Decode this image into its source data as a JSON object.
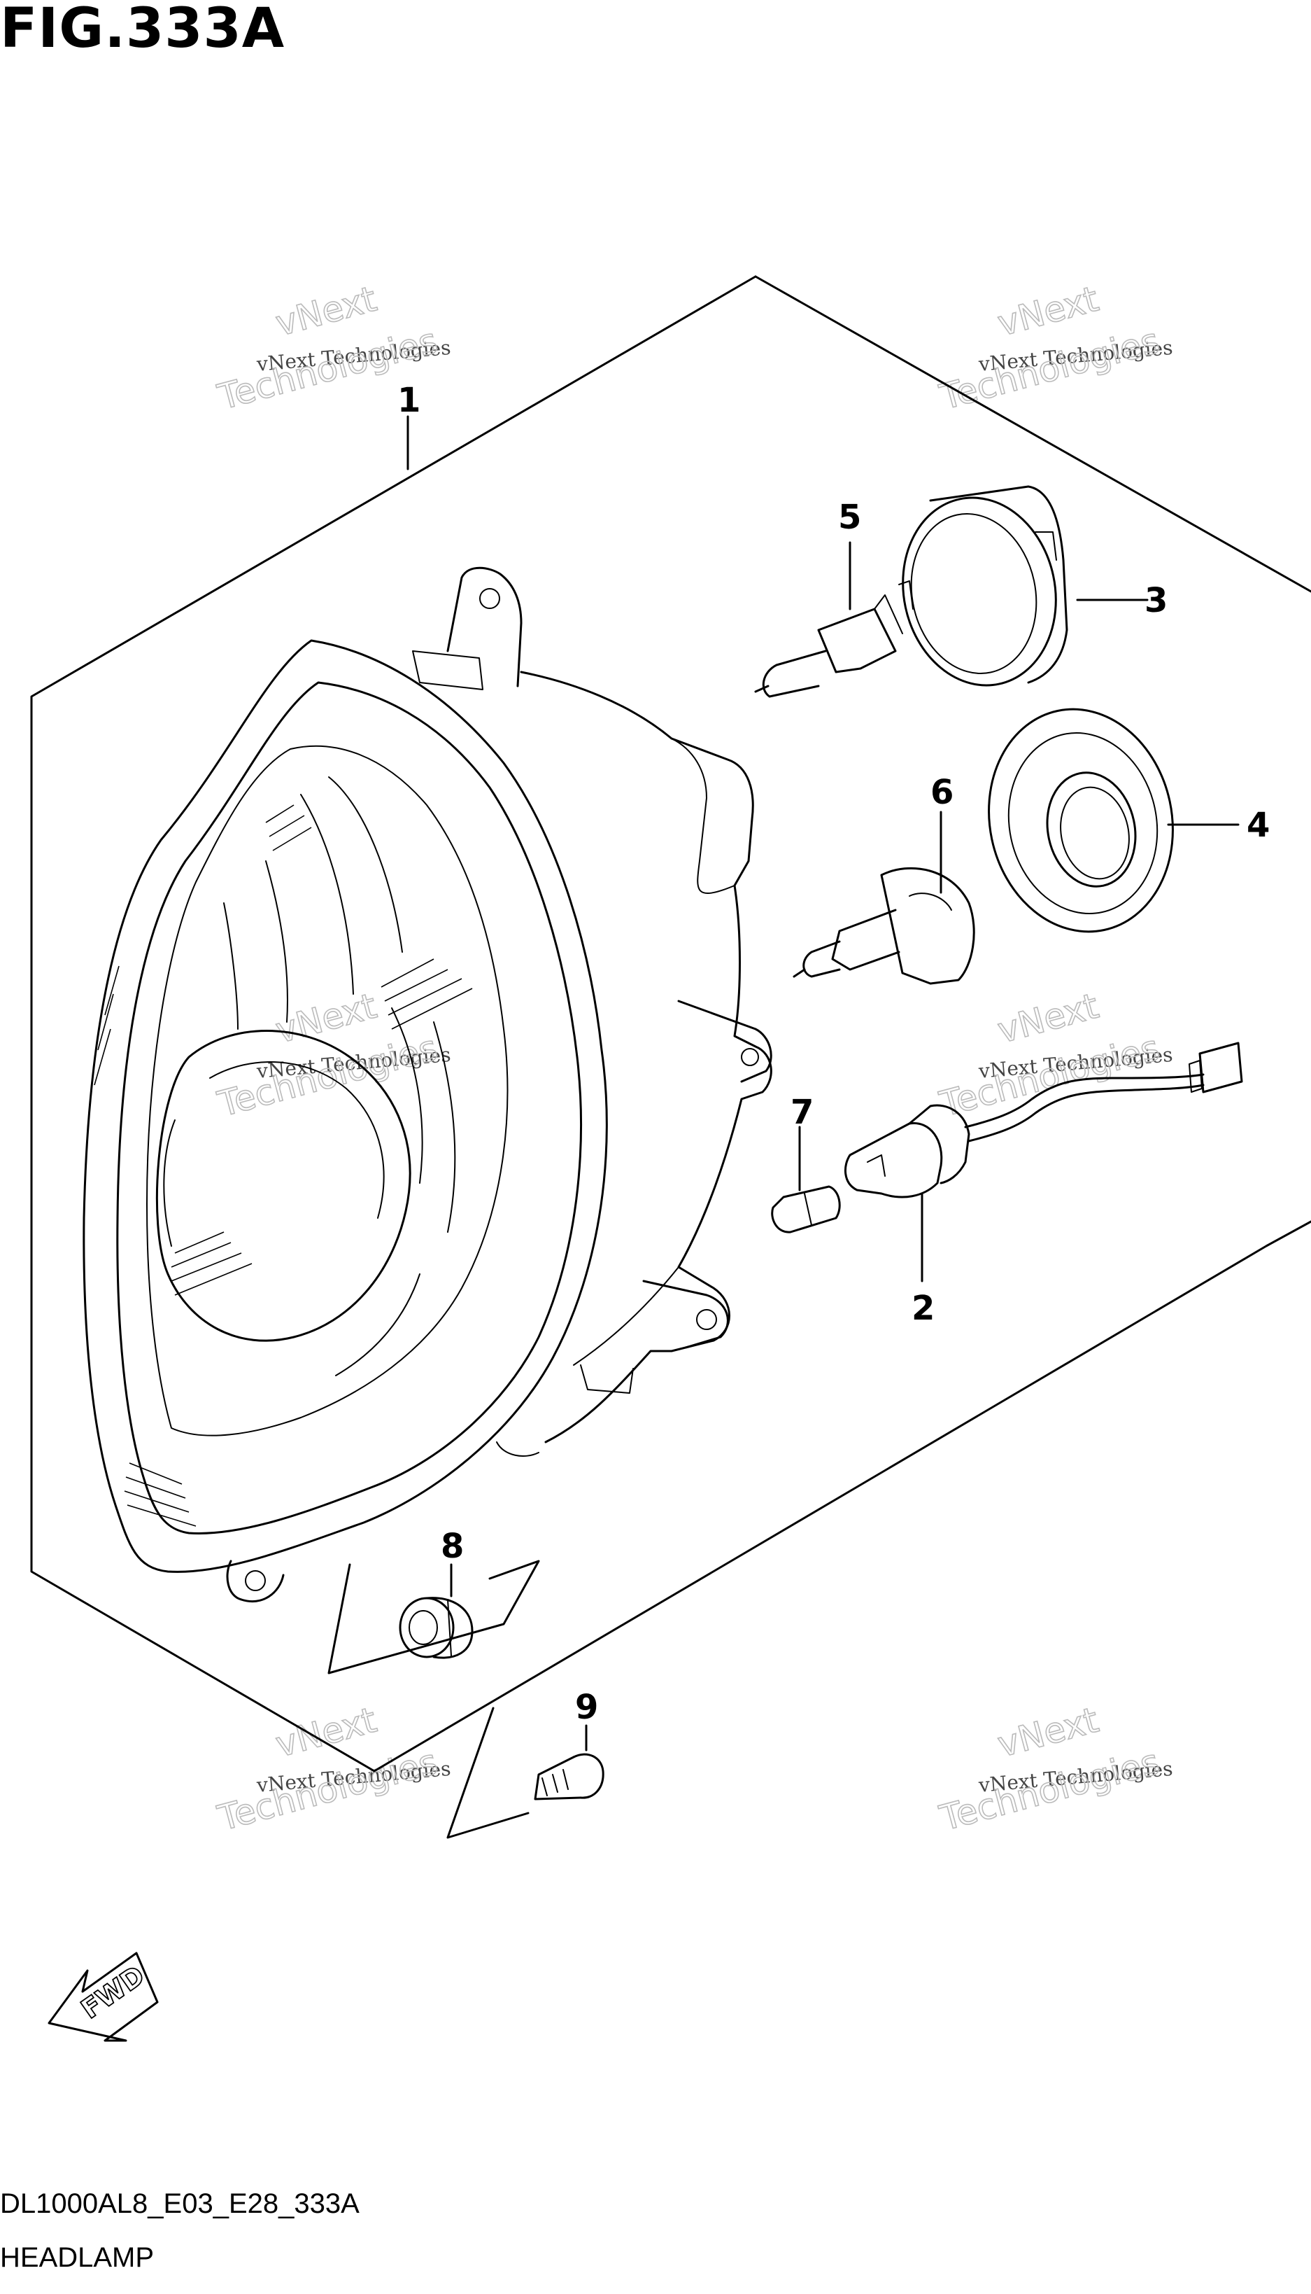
{
  "figure": {
    "title": "FIG.333A",
    "code": "DL1000AL8_E03_E28_333A",
    "name": "HEADLAMP"
  },
  "callouts": [
    {
      "number": "1",
      "part": "headlamp-assembly"
    },
    {
      "number": "2",
      "part": "socket-harness"
    },
    {
      "number": "3",
      "part": "bulb-retainer-ring"
    },
    {
      "number": "4",
      "part": "rubber-cap"
    },
    {
      "number": "5",
      "part": "bulb-h7"
    },
    {
      "number": "6",
      "part": "bulb-h9"
    },
    {
      "number": "7",
      "part": "position-bulb"
    },
    {
      "number": "8",
      "part": "grommet"
    },
    {
      "number": "9",
      "part": "screw"
    }
  ],
  "fwd_marker": {
    "text": "FWD"
  },
  "watermark": {
    "line1": "vNext Technologies",
    "line2a": "vNext",
    "line2b": "Technologies"
  }
}
